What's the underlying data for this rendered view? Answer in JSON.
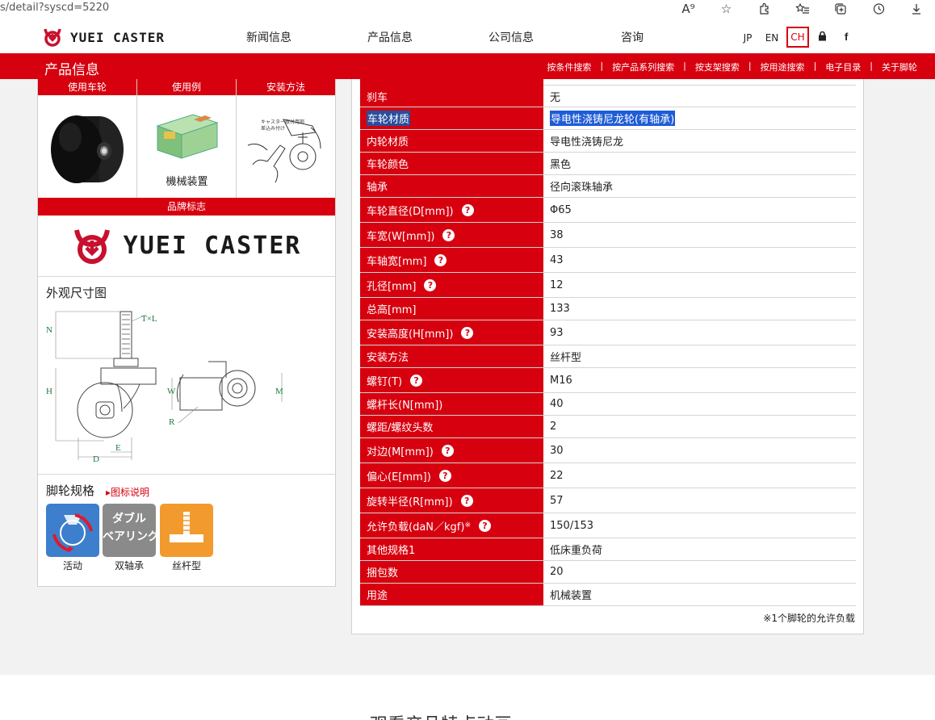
{
  "browser": {
    "url": "s/detail?syscd=5220",
    "icons": [
      "read-aloud-icon",
      "favorite-star-icon",
      "extensions-icon",
      "favorites-list-icon",
      "collections-icon",
      "history-icon",
      "download-icon"
    ]
  },
  "header": {
    "logo_text": "YUEI CASTER",
    "nav": [
      "新闻信息",
      "产品信息",
      "公司信息",
      "咨询"
    ],
    "languages": [
      "JP",
      "EN",
      "CH"
    ],
    "active_language": "CH"
  },
  "section": {
    "title": "产品信息",
    "subnav": [
      "按条件搜索",
      "按产品系列搜索",
      "按支架搜索",
      "按用途搜索",
      "电子目录",
      "关于脚轮"
    ]
  },
  "left": {
    "thumbs": [
      {
        "head": "使用车轮"
      },
      {
        "head": "使用例",
        "caption": "機械装置"
      },
      {
        "head": "安装方法",
        "note": "キャスター取付用部\n差込み付け"
      }
    ],
    "brand_head": "品牌标志",
    "brand_text": "YUEI CASTER",
    "dim_title": "外观尺寸图",
    "dims": {
      "tl": "T×L",
      "n": "N",
      "h": "H",
      "w": "W",
      "m": "M",
      "r": "R",
      "e": "E",
      "d": "D"
    },
    "spec_title": "脚轮规格",
    "spec_link": "图标说明",
    "icons": [
      {
        "label": "活动",
        "color": "#3d7fcc"
      },
      {
        "label": "双轴承",
        "color": "#8a8a8a",
        "tile_text": "ダブル\nベアリング"
      },
      {
        "label": "丝杆型",
        "color": "#f29a2e"
      }
    ]
  },
  "specs": [
    {
      "k": "刹车",
      "v": "无"
    },
    {
      "k": "车轮材质",
      "v": "导电性浇铸尼龙轮(有轴承)"
    },
    {
      "k": "内轮材质",
      "v": "导电性浇铸尼龙"
    },
    {
      "k": "车轮颜色",
      "v": "黑色"
    },
    {
      "k": "轴承",
      "v": "径向滚珠轴承"
    },
    {
      "k": "车轮直径(D[mm])",
      "v": "Φ65"
    },
    {
      "k": "车宽(W[mm])",
      "v": "38"
    },
    {
      "k": "车轴宽[mm]",
      "v": "43"
    },
    {
      "k": "孔径[mm]",
      "v": "12"
    },
    {
      "k": "总高[mm]",
      "v": "133"
    },
    {
      "k": "安装高度(H[mm])",
      "v": "93"
    },
    {
      "k": "安装方法",
      "v": "丝杆型"
    },
    {
      "k": "螺钉(T)",
      "v": "M16"
    },
    {
      "k": "螺杆长(N[mm])",
      "v": "40"
    },
    {
      "k": "螺距/螺纹头数",
      "v": "2"
    },
    {
      "k": "对边(M[mm])",
      "v": "30"
    },
    {
      "k": "偏心(E[mm])",
      "v": "22"
    },
    {
      "k": "旋转半径(R[mm])",
      "v": "57"
    },
    {
      "k": "允许负载(daN／kgf)",
      "sup": "※",
      "v": "150/153"
    },
    {
      "k": "其他规格1",
      "v": "低床重负荷"
    },
    {
      "k": "捆包数",
      "v": "20"
    },
    {
      "k": "用途",
      "v": "机械装置"
    }
  ],
  "footnote": "※1个脚轮的允许负载",
  "help_glyph": "?",
  "below": {
    "partial_heading": "观看产品特点动画"
  }
}
